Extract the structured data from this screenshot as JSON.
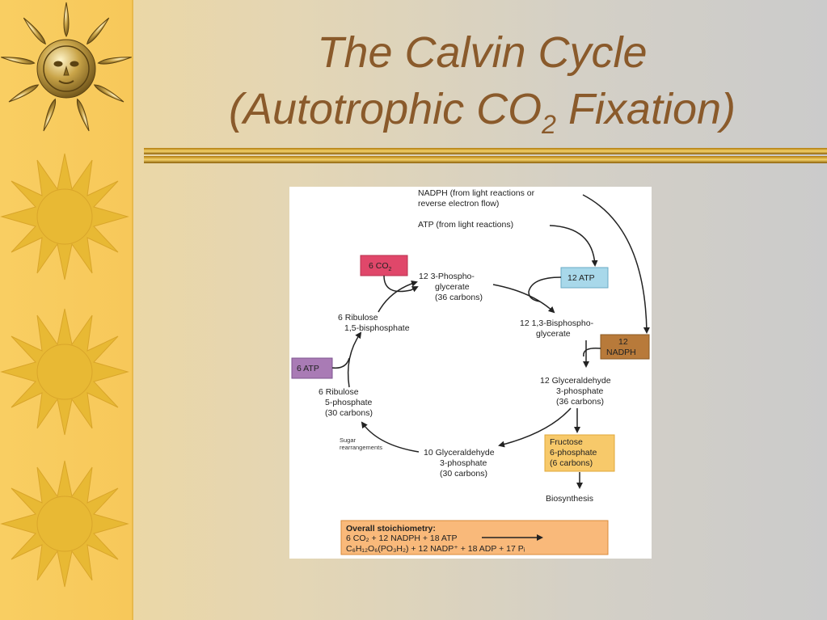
{
  "slide": {
    "title_line1": "The Calvin Cycle",
    "title_line2_prefix": "(Autotrophic CO",
    "title_line2_sub": "2",
    "title_line2_suffix": " Fixation)"
  },
  "diagram": {
    "nadph_source_line1": "NADPH (from light reactions or",
    "nadph_source_line2": "reverse electron flow)",
    "atp_source": "ATP (from light reactions)",
    "co2_box": "6 CO",
    "co2_sub": "2",
    "atp12_box": "12 ATP",
    "nadph12_box_line1": "12",
    "nadph12_box_line2": "NADPH",
    "atp6_box": "6 ATP",
    "pga_line1": "12 3-Phospho-",
    "pga_line2": "glycerate",
    "pga_line3": "(36 carbons)",
    "bpg_line1": "12 1,3-Bisphospho-",
    "bpg_line2": "glycerate",
    "g3p12_line1": "12 Glyceraldehyde",
    "g3p12_line2": "3-phosphate",
    "g3p12_line3": "(36 carbons)",
    "fructose_line1": "Fructose",
    "fructose_line2": "6-phosphate",
    "fructose_line3": "(6 carbons)",
    "biosynthesis": "Biosynthesis",
    "g3p10_line1": "10 Glyceraldehyde",
    "g3p10_line2": "3-phosphate",
    "g3p10_line3": "(30 carbons)",
    "sugar_line1": "Sugar",
    "sugar_line2": "rearrangements",
    "ru5p_line1": "6 Ribulose",
    "ru5p_line2": "5-phosphate",
    "ru5p_line3": "(30 carbons)",
    "rubp_line1": "6 Ribulose",
    "rubp_line2": "1,5-bisphosphate",
    "stoich_title": "Overall stoichiometry:",
    "stoich_line1": "6 CO₂ + 12 NADPH + 18 ATP",
    "stoich_line2": "C₆H₁₂O₆(PO₃H₂) + 12 NADP⁺ + 18 ADP + 17 Pᵢ"
  },
  "colors": {
    "title": "#8a5a2b",
    "sidebar": "#f9ce62",
    "co2_box": "#e0476a",
    "atp12_box": "#a8d8ea",
    "nadph12_box": "#b87a3a",
    "atp6_box": "#a97bb5",
    "fructose_box": "#f7c96a",
    "stoich_box": "#f9b97a"
  },
  "icons": [
    "metallic-sun-face-icon",
    "yellow-star-sun-icon",
    "yellow-star-sun-icon",
    "yellow-star-sun-icon"
  ]
}
